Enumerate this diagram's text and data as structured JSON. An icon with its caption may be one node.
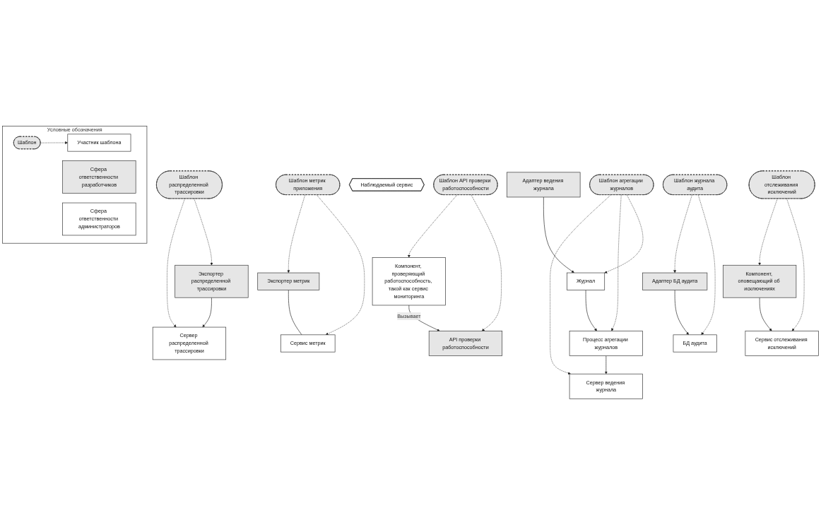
{
  "diagram": {
    "nodes": [
      {
        "text": [
          "Условные обозначения"
        ]
      },
      {
        "text": [
          "Шаблон"
        ],
        "in": 0
      },
      {
        "text": [
          "Участник шаблона"
        ],
        "in": 0
      },
      {
        "text": [
          "Сфера ответственности разработчиков"
        ],
        "in": 0
      },
      {
        "text": [
          "Сфера ответственности администраторов"
        ],
        "in": 0
      },
      {
        "text": [
          "Сервер распределенной трассировки"
        ]
      },
      {
        "text": [
          "Шаблон API проверки работоспособности"
        ]
      },
      {
        "text": [
          "Шаблон распределенной трассировки"
        ]
      },
      {
        "text": [
          "Экспортер распределенной трассировки"
        ]
      },
      {
        "text": [
          "Сервис метрик"
        ]
      },
      {
        "text": [
          "Компонент, проверяющий работоспособность, такой как сервис мониторинга"
        ]
      },
      {
        "text": [
          "API проверки работоспособности"
        ]
      },
      {
        "text": [
          "Экспортер метрик"
        ]
      },
      {
        "text": [
          "Наблюдаемый сервис"
        ]
      },
      {
        "text": [
          "Шаблон метрик приложения"
        ]
      },
      {
        "text": [
          "Адаптер ведения журнала"
        ]
      },
      {
        "text": [
          "Адаптер БД аудита"
        ]
      },
      {
        "text": [
          "Сервер ведения журнала"
        ]
      },
      {
        "text": [
          "Процесс агрегации журналов"
        ]
      },
      {
        "text": [
          "Журнал"
        ]
      },
      {
        "text": [
          "Компонент, оповещающий об исключениях"
        ]
      },
      {
        "text": [
          "Шаблон журнала аудита"
        ]
      },
      {
        "text": [
          "БД аудита"
        ]
      },
      {
        "text": [
          "Шаблон агрегации журналов"
        ]
      },
      {
        "text": [
          "Шаблон отслеживания исключений"
        ]
      },
      {
        "text": [
          "Сервис отслеживания исключений"
        ]
      }
    ],
    "edges": [
      {
        "from": 1,
        "to": 2,
        "arrow": "to",
        "style": "dashed"
      },
      {
        "from": 6,
        "to": 10,
        "arrow": "to",
        "style": "dashed"
      },
      {
        "from": 6,
        "to": 11,
        "arrow": "to",
        "style": "dashed"
      },
      {
        "from": 10,
        "to": 11,
        "arrow": "to",
        "label": "Вызывает"
      },
      {
        "from": 8,
        "to": 5,
        "arrow": "to"
      },
      {
        "from": 7,
        "to": 5,
        "arrow": "to",
        "style": "dashed"
      },
      {
        "from": 7,
        "to": 8,
        "arrow": "to",
        "style": "dashed"
      },
      {
        "from": 12,
        "to": 9,
        "arrow": "none"
      },
      {
        "from": 14,
        "to": 12,
        "arrow": "to",
        "style": "dashed"
      },
      {
        "from": 14,
        "to": 9,
        "arrow": "to",
        "style": "dashed"
      },
      {
        "from": 15,
        "to": 19,
        "arrow": "to"
      },
      {
        "from": 19,
        "to": 18,
        "arrow": "to"
      },
      {
        "from": 18,
        "to": 17,
        "arrow": "to"
      },
      {
        "from": 23,
        "to": 17,
        "arrow": "to",
        "style": "dashed"
      },
      {
        "from": 23,
        "to": 18,
        "arrow": "to",
        "style": "dashed"
      },
      {
        "from": 23,
        "to": 19,
        "arrow": "to",
        "style": "dashed"
      },
      {
        "from": 24,
        "to": 20,
        "arrow": "to",
        "style": "dashed"
      },
      {
        "from": 24,
        "to": 25,
        "arrow": "to",
        "style": "dashed"
      },
      {
        "from": 20,
        "to": 25,
        "arrow": "to"
      },
      {
        "from": 16,
        "to": 22,
        "arrow": "to"
      },
      {
        "from": 21,
        "to": 16,
        "arrow": "to",
        "style": "dashed"
      },
      {
        "from": 21,
        "to": 22,
        "arrow": "to",
        "style": "dashed"
      }
    ]
  }
}
